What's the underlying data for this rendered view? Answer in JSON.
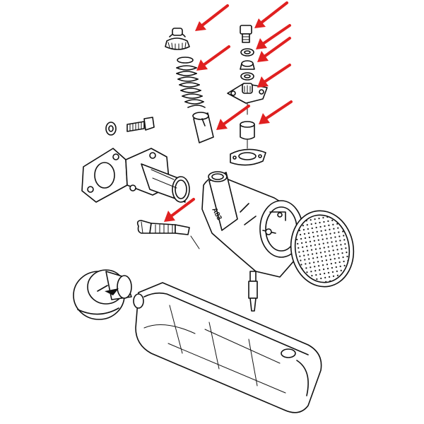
{
  "diagram": {
    "body_marking": "A83",
    "arrow_color": "#e02020",
    "line_color": "#111111",
    "background": "#ffffff",
    "highlighted_parts": [
      "float-chamber-cap",
      "banjo-bolt",
      "washer",
      "nut",
      "float-chamber-lid",
      "float-needle",
      "slide-spring",
      "throttle-slide",
      "jet-adjusting-screw"
    ]
  }
}
